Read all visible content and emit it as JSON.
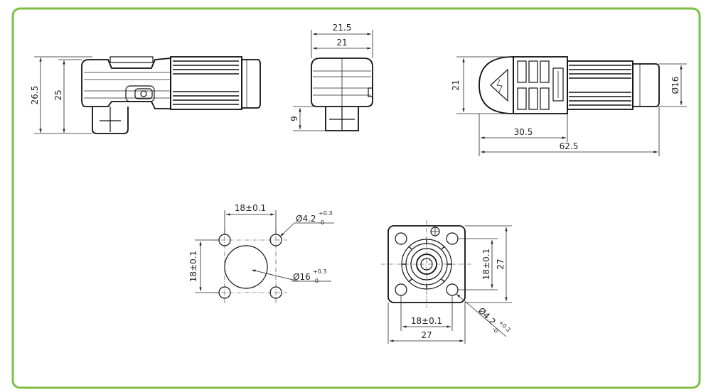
{
  "colors": {
    "border": "#7cbf42",
    "line": "#111111",
    "background": "#ffffff"
  },
  "side_view": {
    "height_outer": "26.5",
    "height_inner": "25"
  },
  "front_view": {
    "width_outer": "21.5",
    "width_inner": "21",
    "pin_height": "9"
  },
  "top_view": {
    "height": "21",
    "diameter": "Ø16",
    "offset": "30.5",
    "length": "62.5"
  },
  "hole_pattern": {
    "pitch_h": "18±0.1",
    "pitch_v": "18±0.1",
    "hole_dia": "Ø4.2",
    "hole_tol_up": "+0.3",
    "hole_tol_low": "-0",
    "bore_dia": "Ø16",
    "bore_tol_up": "+0.3",
    "bore_tol_low": "-0"
  },
  "flange_view": {
    "pitch_v": "18±0.1",
    "size_v": "27",
    "pitch_h": "18±0.1",
    "size_h": "27",
    "hole_dia": "Ø4.2",
    "hole_tol_up": "+0.3",
    "hole_tol_low": "-0"
  }
}
